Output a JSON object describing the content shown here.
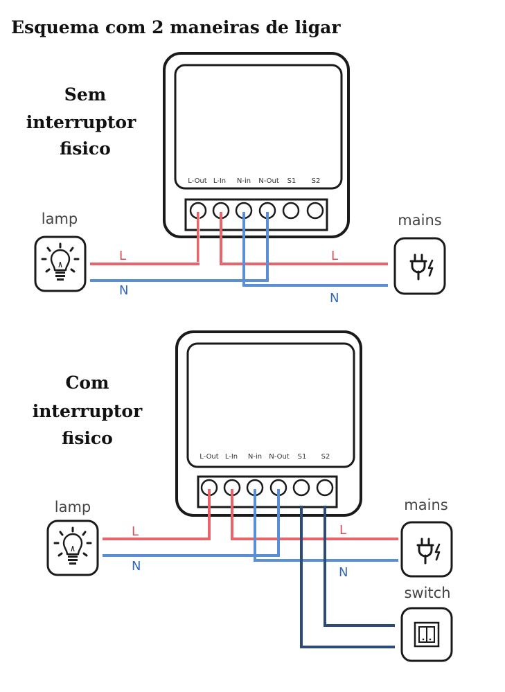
{
  "title": "Esquema com 2 maneiras de ligar",
  "colors": {
    "live": "#e8636a",
    "neutral": "#5a8fd6",
    "switch_wire": "#2d4a78",
    "outline": "#1a1a1a"
  },
  "terminals": [
    "L-Out",
    "L-In",
    "N-in",
    "N-Out",
    "S1",
    "S2"
  ],
  "section1": {
    "lines": [
      "Sem",
      "interruptor",
      "fisico"
    ],
    "lamp": "lamp",
    "mains": "mains",
    "live_label_left": "L",
    "live_label_right": "L",
    "neutral_label_left": "N",
    "neutral_label_right": "N"
  },
  "section2": {
    "lines": [
      "Com",
      "interruptor",
      "fisico"
    ],
    "lamp": "lamp",
    "mains": "mains",
    "switch": "switch",
    "live_label_left": "L",
    "live_label_right": "L",
    "neutral_label_left": "N",
    "neutral_label_right": "N"
  },
  "icons": {
    "lamp": "light-bulb-icon",
    "mains": "power-plug-icon",
    "switch": "wall-switch-icon"
  }
}
